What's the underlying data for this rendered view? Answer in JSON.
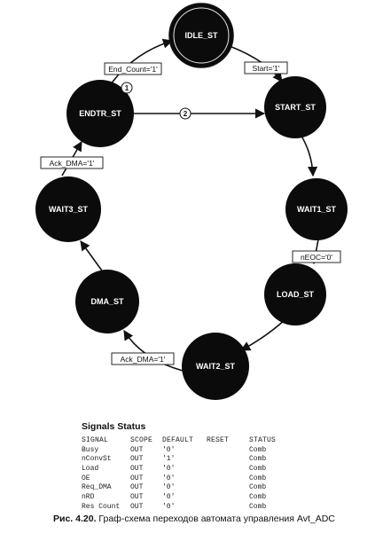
{
  "diagram": {
    "states": [
      {
        "id": "idle",
        "label": "IDLE_ST"
      },
      {
        "id": "start",
        "label": "START_ST"
      },
      {
        "id": "wait1",
        "label": "WAIT1_ST"
      },
      {
        "id": "load",
        "label": "LOAD_ST"
      },
      {
        "id": "wait2",
        "label": "WAIT2_ST"
      },
      {
        "id": "dma",
        "label": "DMA_ST"
      },
      {
        "id": "wait3",
        "label": "WAIT3_ST"
      },
      {
        "id": "endtr",
        "label": "ENDTR_ST"
      }
    ],
    "conditions": {
      "end_count": "End_Count='1'",
      "start": "Start='1'",
      "neoc": "nEOC='0'",
      "ack_dma_bottom": "Ack_DMA='1'",
      "ack_dma_left": "Ack_DMA='1'"
    },
    "priorities": {
      "p1": "1",
      "p2": "2"
    }
  },
  "signals_status": {
    "title": "Signals Status",
    "headers": [
      "SIGNAL",
      "SCOPE",
      "DEFAULT",
      "RESET",
      "STATUS"
    ],
    "rows": [
      [
        "Busy",
        "OUT",
        "'0'",
        "",
        "Comb"
      ],
      [
        "nConvSt",
        "OUT",
        "'1'",
        "",
        "Comb"
      ],
      [
        "Load",
        "OUT",
        "'0'",
        "",
        "Comb"
      ],
      [
        "OE",
        "OUT",
        "'0'",
        "",
        "Comb"
      ],
      [
        "Req_DMA",
        "OUT",
        "'0'",
        "",
        "Comb"
      ],
      [
        "nRD",
        "OUT",
        "'0'",
        "",
        "Comb"
      ],
      [
        "Res Count",
        "OUT",
        "'0'",
        "",
        "Comb"
      ]
    ]
  },
  "caption": {
    "number": "Рис. 4.20.",
    "text": "Граф-схема переходов автомата управления Avt_ADC"
  }
}
